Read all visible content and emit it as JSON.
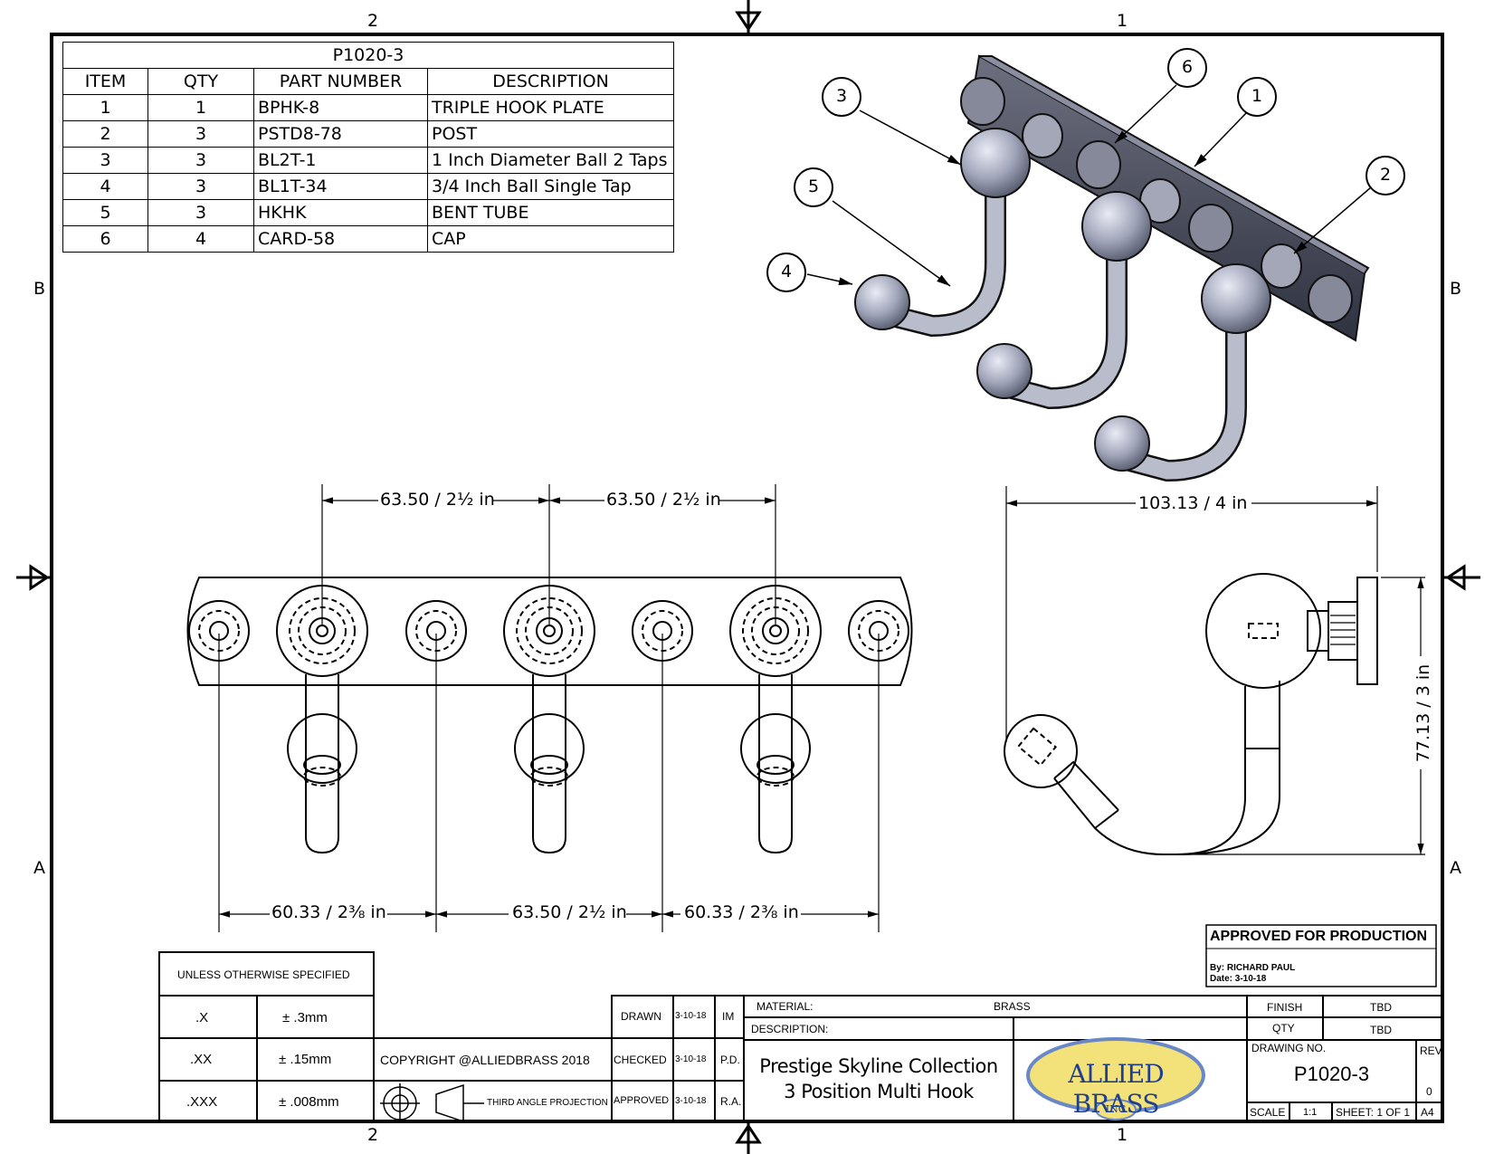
{
  "zones": {
    "top": [
      "2",
      "1"
    ],
    "bottom": [
      "2",
      "1"
    ],
    "left": [
      "B",
      "A"
    ],
    "right": [
      "B",
      "A"
    ]
  },
  "bom": {
    "title": "P1020-3",
    "headers": [
      "ITEM",
      "QTY",
      "PART NUMBER",
      "DESCRIPTION"
    ],
    "rows": [
      [
        "1",
        "1",
        "BPHK-8",
        "TRIPLE HOOK PLATE"
      ],
      [
        "2",
        "3",
        "PSTD8-78",
        "POST"
      ],
      [
        "3",
        "3",
        "BL2T-1",
        "1 Inch Diameter Ball 2 Taps"
      ],
      [
        "4",
        "3",
        "BL1T-34",
        "3/4 Inch Ball Single Tap"
      ],
      [
        "5",
        "3",
        "HKHK",
        "BENT TUBE"
      ],
      [
        "6",
        "4",
        "CARD-58",
        "CAP"
      ]
    ]
  },
  "balloons": [
    "3",
    "6",
    "1",
    "5",
    "2",
    "4"
  ],
  "dimensions": {
    "top_left": "63.50 / 2½ in",
    "top_right": "63.50 / 2½ in",
    "bottom_1": "60.33 / 2⅜ in",
    "bottom_2": "63.50 / 2½ in",
    "bottom_3": "60.33 / 2⅜ in",
    "side_width": "103.13 / 4 in",
    "side_height": "77.13 / 3 in"
  },
  "approval": {
    "title": "APPROVED FOR PRODUCTION",
    "by": "By: RICHARD PAUL",
    "date": "Date: 3-10-18"
  },
  "tolerances": {
    "header": "UNLESS OTHERWISE SPECIFIED",
    "rows": [
      [
        ".X",
        "± .3mm"
      ],
      [
        ".XX",
        "± .15mm"
      ],
      [
        ".XXX",
        "± .008mm"
      ]
    ]
  },
  "copyright": "COPYRIGHT @ALLIEDBRASS 2018",
  "projection": "THIRD ANGLE PROJECTION",
  "signoff": [
    {
      "role": "DRAWN",
      "date": "3-10-18",
      "initials": "IM"
    },
    {
      "role": "CHECKED",
      "date": "3-10-18",
      "initials": "P.D."
    },
    {
      "role": "APPROVED",
      "date": "3-10-18",
      "initials": "R.A."
    }
  ],
  "material_label": "MATERIAL:",
  "material_value": "BRASS",
  "description_label": "DESCRIPTION:",
  "description_line1": "Prestige Skyline Collection",
  "description_line2": "3 Position Multi Hook",
  "logo": {
    "text": "ALLIED BRASS",
    "sub": "INC",
    "color_fill": "#f3e27a",
    "color_edge": "#6a88c8",
    "text_color": "#1f3f8f"
  },
  "finish_label": "FINISH",
  "finish_value": "TBD",
  "qty_label": "QTY",
  "qty_value": "TBD",
  "drawing_no_label": "DRAWING NO.",
  "drawing_no": "P1020-3",
  "rev_label": "REV",
  "rev_value": "0",
  "scale_label": "SCALE",
  "scale_value": "1:1",
  "sheet": "SHEET: 1 OF 1",
  "size": "A4"
}
